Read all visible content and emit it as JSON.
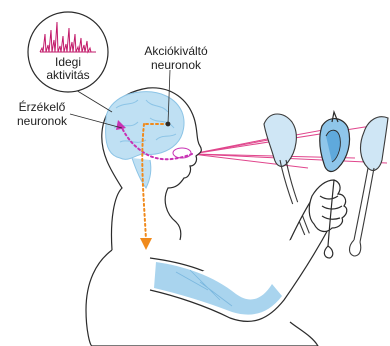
{
  "labels": {
    "sensory_line1": "Érzékelő",
    "sensory_line2": "neuronok",
    "motor_line1": "Akciókiváltó",
    "motor_line2": "neuronok",
    "activity_line1": "Idegi",
    "activity_line2": "aktivitás"
  },
  "colors": {
    "outline": "#2b2b2b",
    "brain_fill": "#bfe0f3",
    "brain_lines": "#8cc4e6",
    "arm_fill": "#a9d4ee",
    "flower_fill": "#8fc6ea",
    "sight_lines": "#e0458c",
    "sensory_path": "#c832b4",
    "motor_path": "#f08a1c",
    "spikes": "#c21a6a"
  }
}
